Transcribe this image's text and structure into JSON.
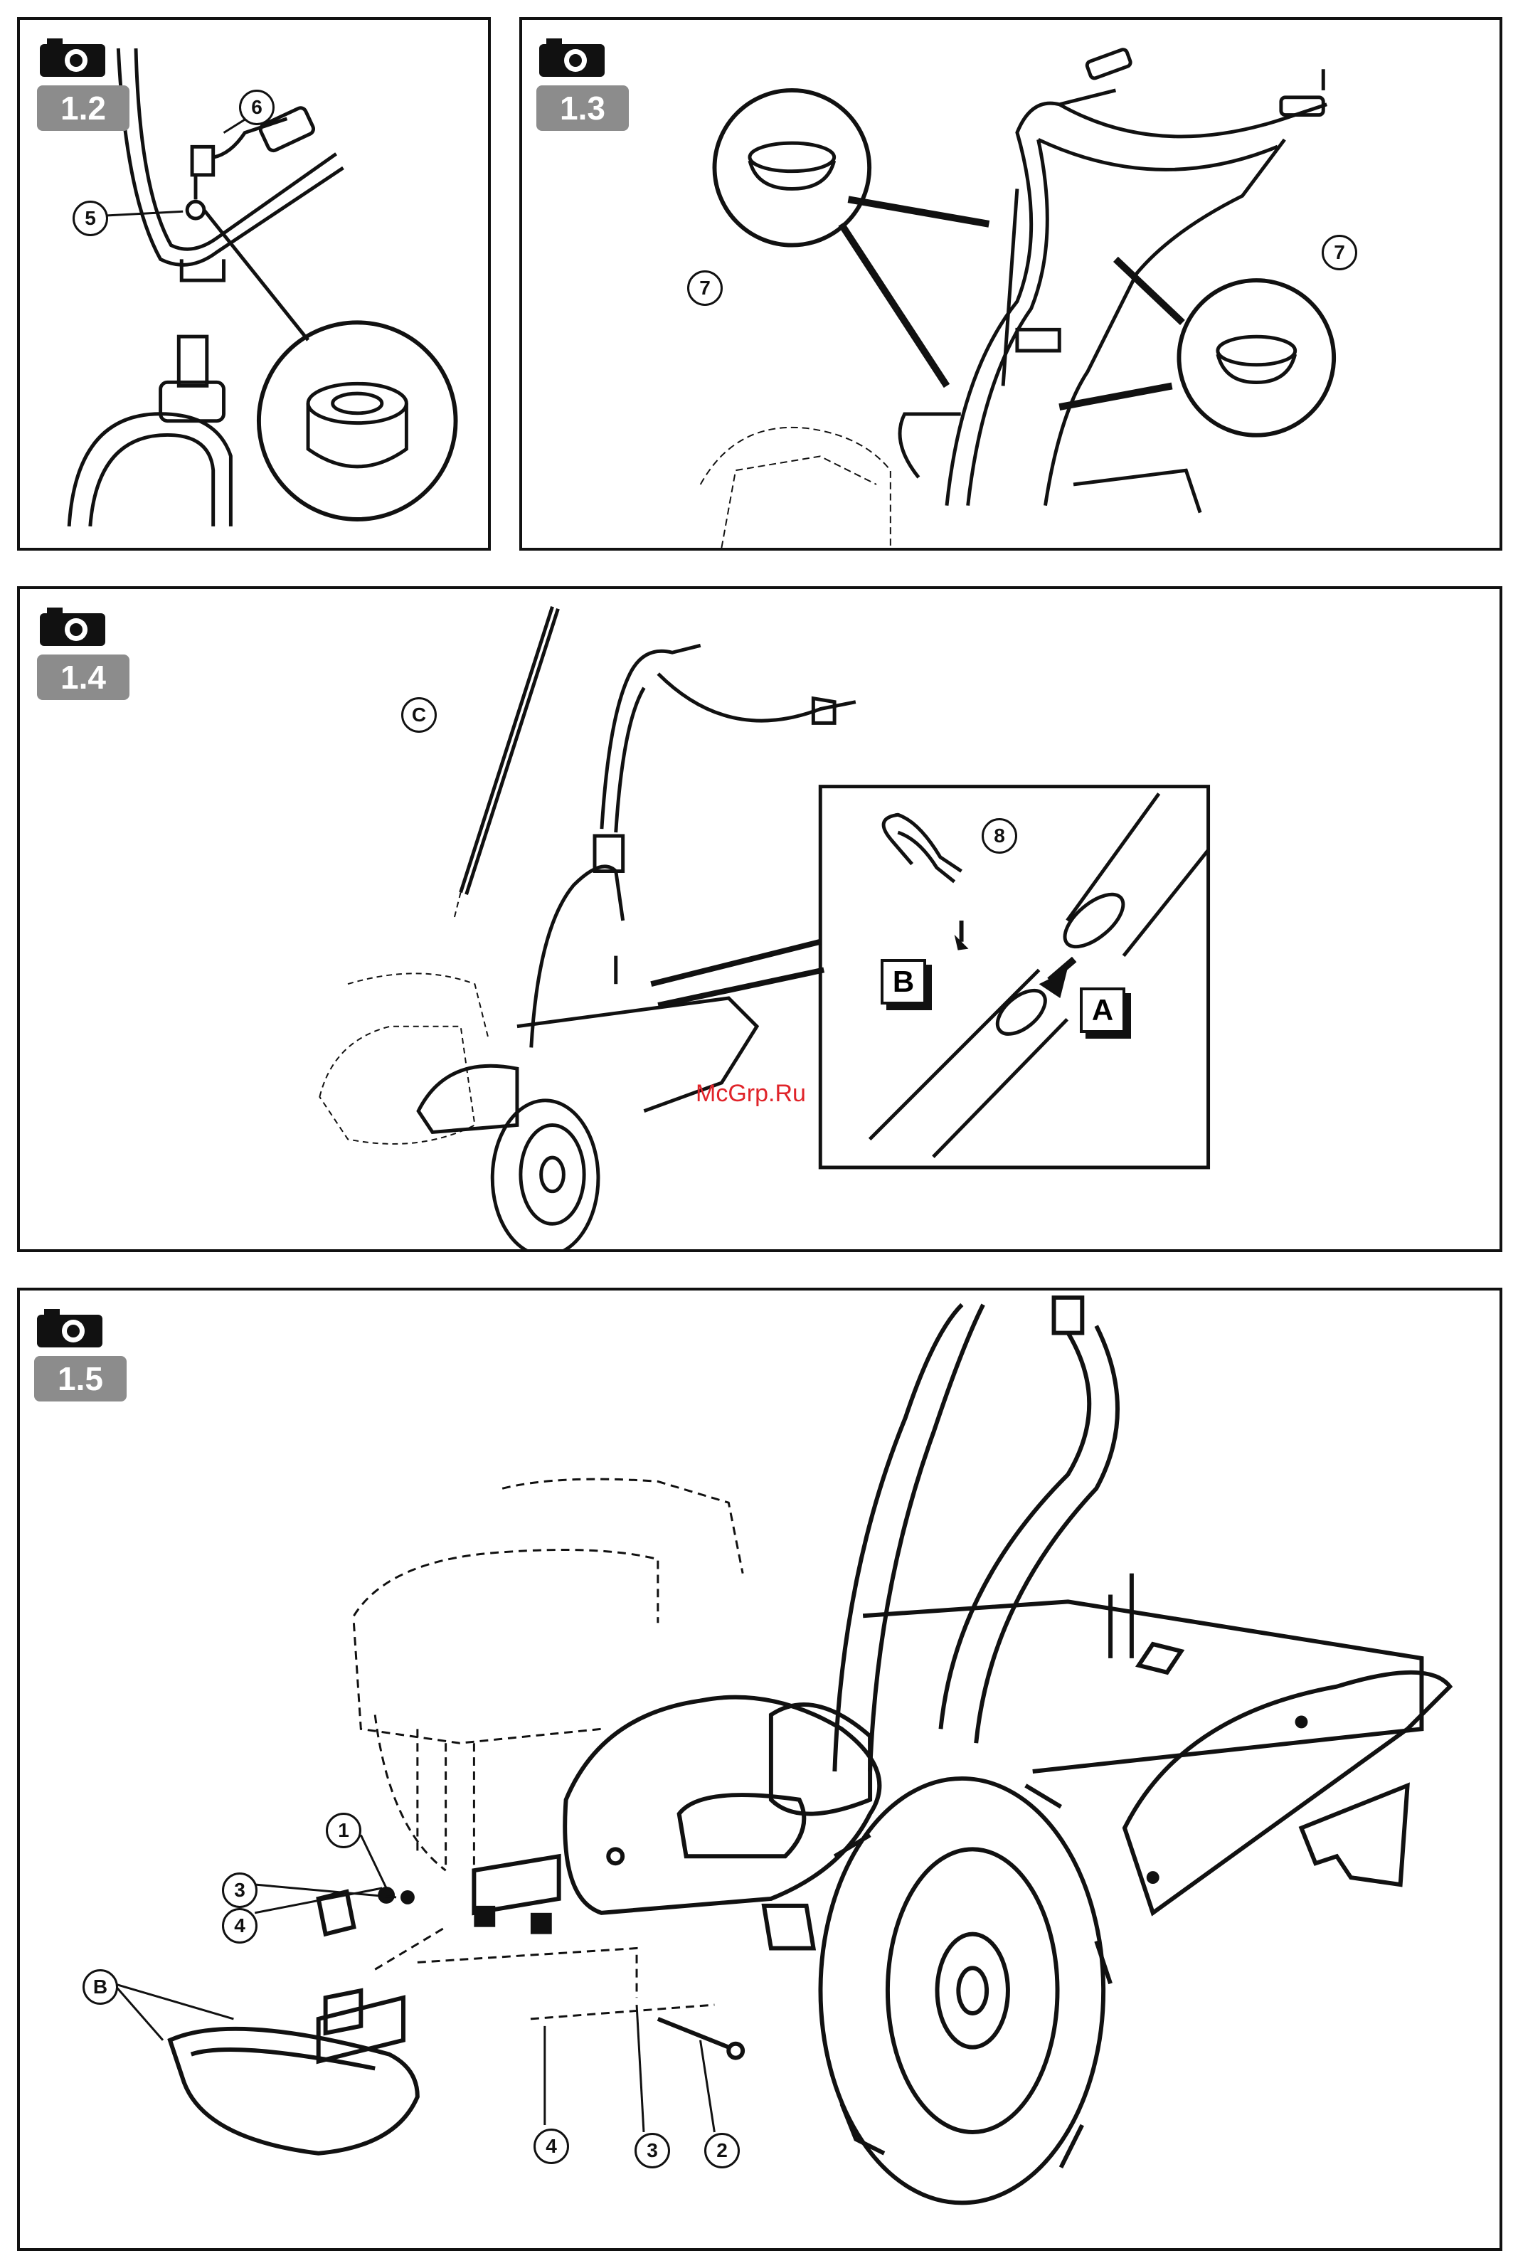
{
  "panels": [
    {
      "id": "1.2",
      "step_label": "1.2",
      "callouts": [
        "6",
        "5"
      ]
    },
    {
      "id": "1.3",
      "step_label": "1.3",
      "callouts": [
        "7",
        "7"
      ]
    },
    {
      "id": "1.4",
      "step_label": "1.4",
      "callouts": [
        "C",
        "8"
      ],
      "inset_labels": [
        "B",
        "A"
      ]
    },
    {
      "id": "1.5",
      "step_label": "1.5",
      "callouts": [
        "1",
        "3",
        "4",
        "B",
        "4",
        "3",
        "2"
      ]
    }
  ],
  "watermark": "McGrp.Ru",
  "icons": {
    "camera": "camera-icon"
  }
}
